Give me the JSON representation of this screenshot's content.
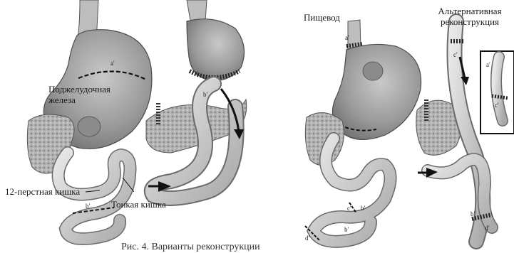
{
  "labels": {
    "pancreas": "Поджелудочная железа",
    "duodenum": "12-перстная кишка",
    "small_intestine": "Тонкая кишка",
    "esophagus": "Пищевод",
    "alternative": "Альтернативная реконструкция"
  },
  "markers": {
    "a": "a'",
    "b": "b'",
    "c": "c'",
    "d": "d'"
  },
  "caption": "Рис. 4. Варианты реконструкции"
}
